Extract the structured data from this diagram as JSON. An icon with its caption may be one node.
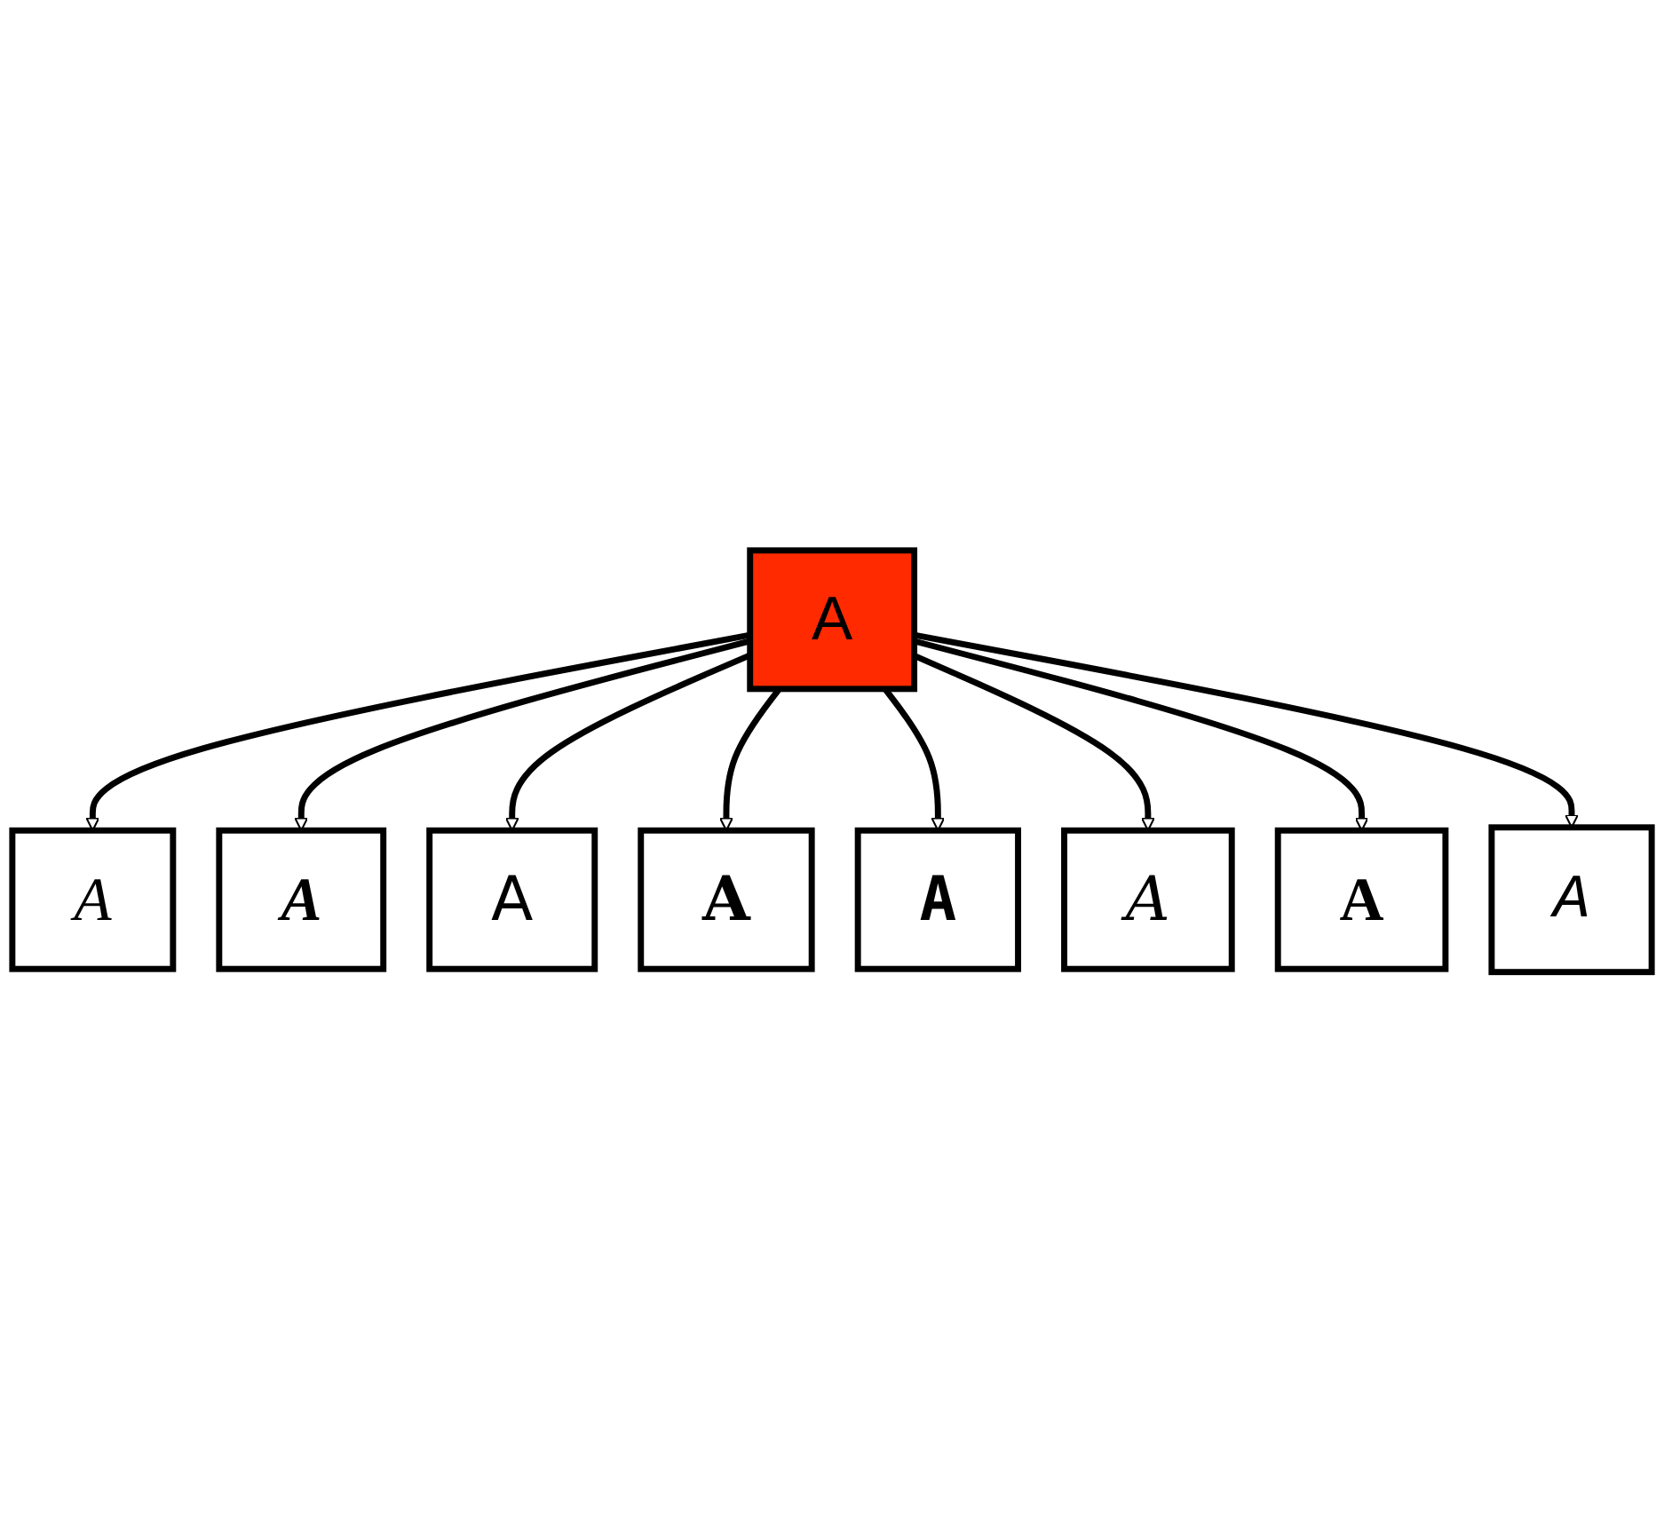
{
  "diagram": {
    "nodes": [
      {
        "text": [
          "A"
        ]
      },
      {
        "text": [
          "A"
        ]
      },
      {
        "text": [
          "A"
        ]
      },
      {
        "text": [
          "A"
        ]
      },
      {
        "text": [
          "A"
        ]
      },
      {
        "text": [
          "A"
        ]
      },
      {
        "text": [
          "A"
        ]
      },
      {
        "text": [
          "A"
        ]
      },
      {
        "text": [
          "A"
        ]
      }
    ],
    "edges": [
      {
        "from": 4,
        "to": 0,
        "arrow": "to"
      },
      {
        "from": 4,
        "to": 1,
        "arrow": "to"
      },
      {
        "from": 4,
        "to": 2,
        "arrow": "to"
      },
      {
        "from": 4,
        "to": 3,
        "arrow": "to"
      },
      {
        "from": 4,
        "to": 5,
        "arrow": "to"
      },
      {
        "from": 4,
        "to": 6,
        "arrow": "to"
      },
      {
        "from": 4,
        "to": 7,
        "arrow": "to"
      },
      {
        "from": 4,
        "to": 8,
        "arrow": "to"
      }
    ]
  }
}
